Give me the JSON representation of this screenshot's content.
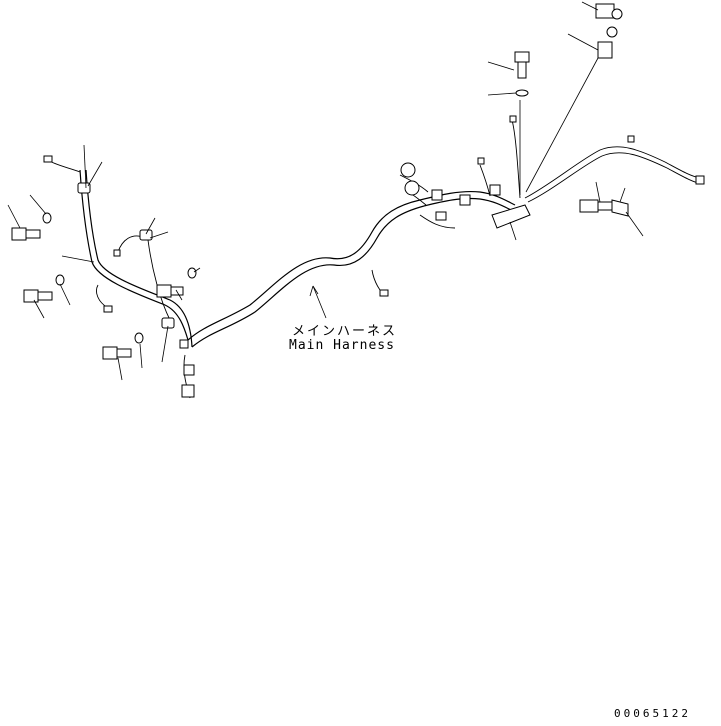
{
  "labels": {
    "part_name_jp": "メインハーネス",
    "part_name_en": "Main Harness",
    "drawing_number": "00065122"
  }
}
